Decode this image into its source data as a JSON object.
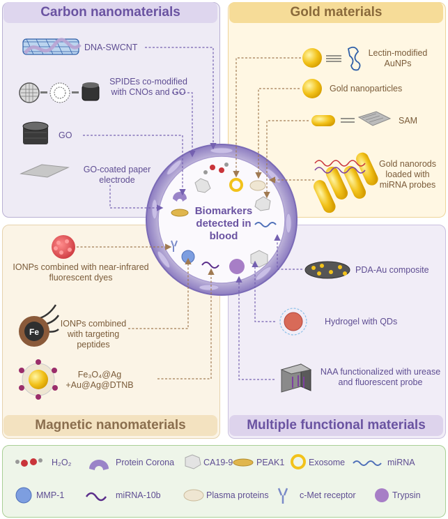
{
  "panels": {
    "carbon": {
      "title": "Carbon nanomaterials",
      "items": [
        "DNA-SWCNT",
        "SPIDEs co-modified with CNOs and GO",
        "GO",
        "GO-coated paper electrode"
      ]
    },
    "gold": {
      "title": "Gold materials",
      "items": [
        "Lectin-modified AuNPs",
        "Gold nanoparticles",
        "SAM",
        "Gold nanorods loaded with miRNA probes"
      ]
    },
    "magnetic": {
      "title": "Magnetic nanomaterials",
      "items": [
        "IONPs combined with near-infrared fluorescent dyes",
        "IONPs combined with targeting peptides",
        "Fe₃O₄@Ag +Au@Ag@DTNB"
      ],
      "fe_label": "Fe"
    },
    "multiple": {
      "title": "Multiple functional materials",
      "items": [
        "PDA-Au composite",
        "Hydrogel with QDs",
        "NAA functionalized with urease and fluorescent probe"
      ]
    }
  },
  "center": {
    "label": "Biomarkers detected in blood"
  },
  "legend": {
    "items": [
      "H₂O₂",
      "Protein Corona",
      "CA19-9",
      "PEAK1",
      "Exosome",
      "miRNA",
      "MMP-1",
      "miRNA-10b",
      "Plasma proteins",
      "c-Met receptor",
      "Trypsin"
    ]
  },
  "colors": {
    "carbon_bg": "#eeebf5",
    "gold_bg": "#fff7e3",
    "magnetic_bg": "#fbf4e6",
    "multiple_bg": "#f1edf7",
    "legend_bg": "#eef5e9",
    "purple_text": "#5e4d92",
    "brown_text": "#7a5b39",
    "gold": "#f2c21b"
  }
}
